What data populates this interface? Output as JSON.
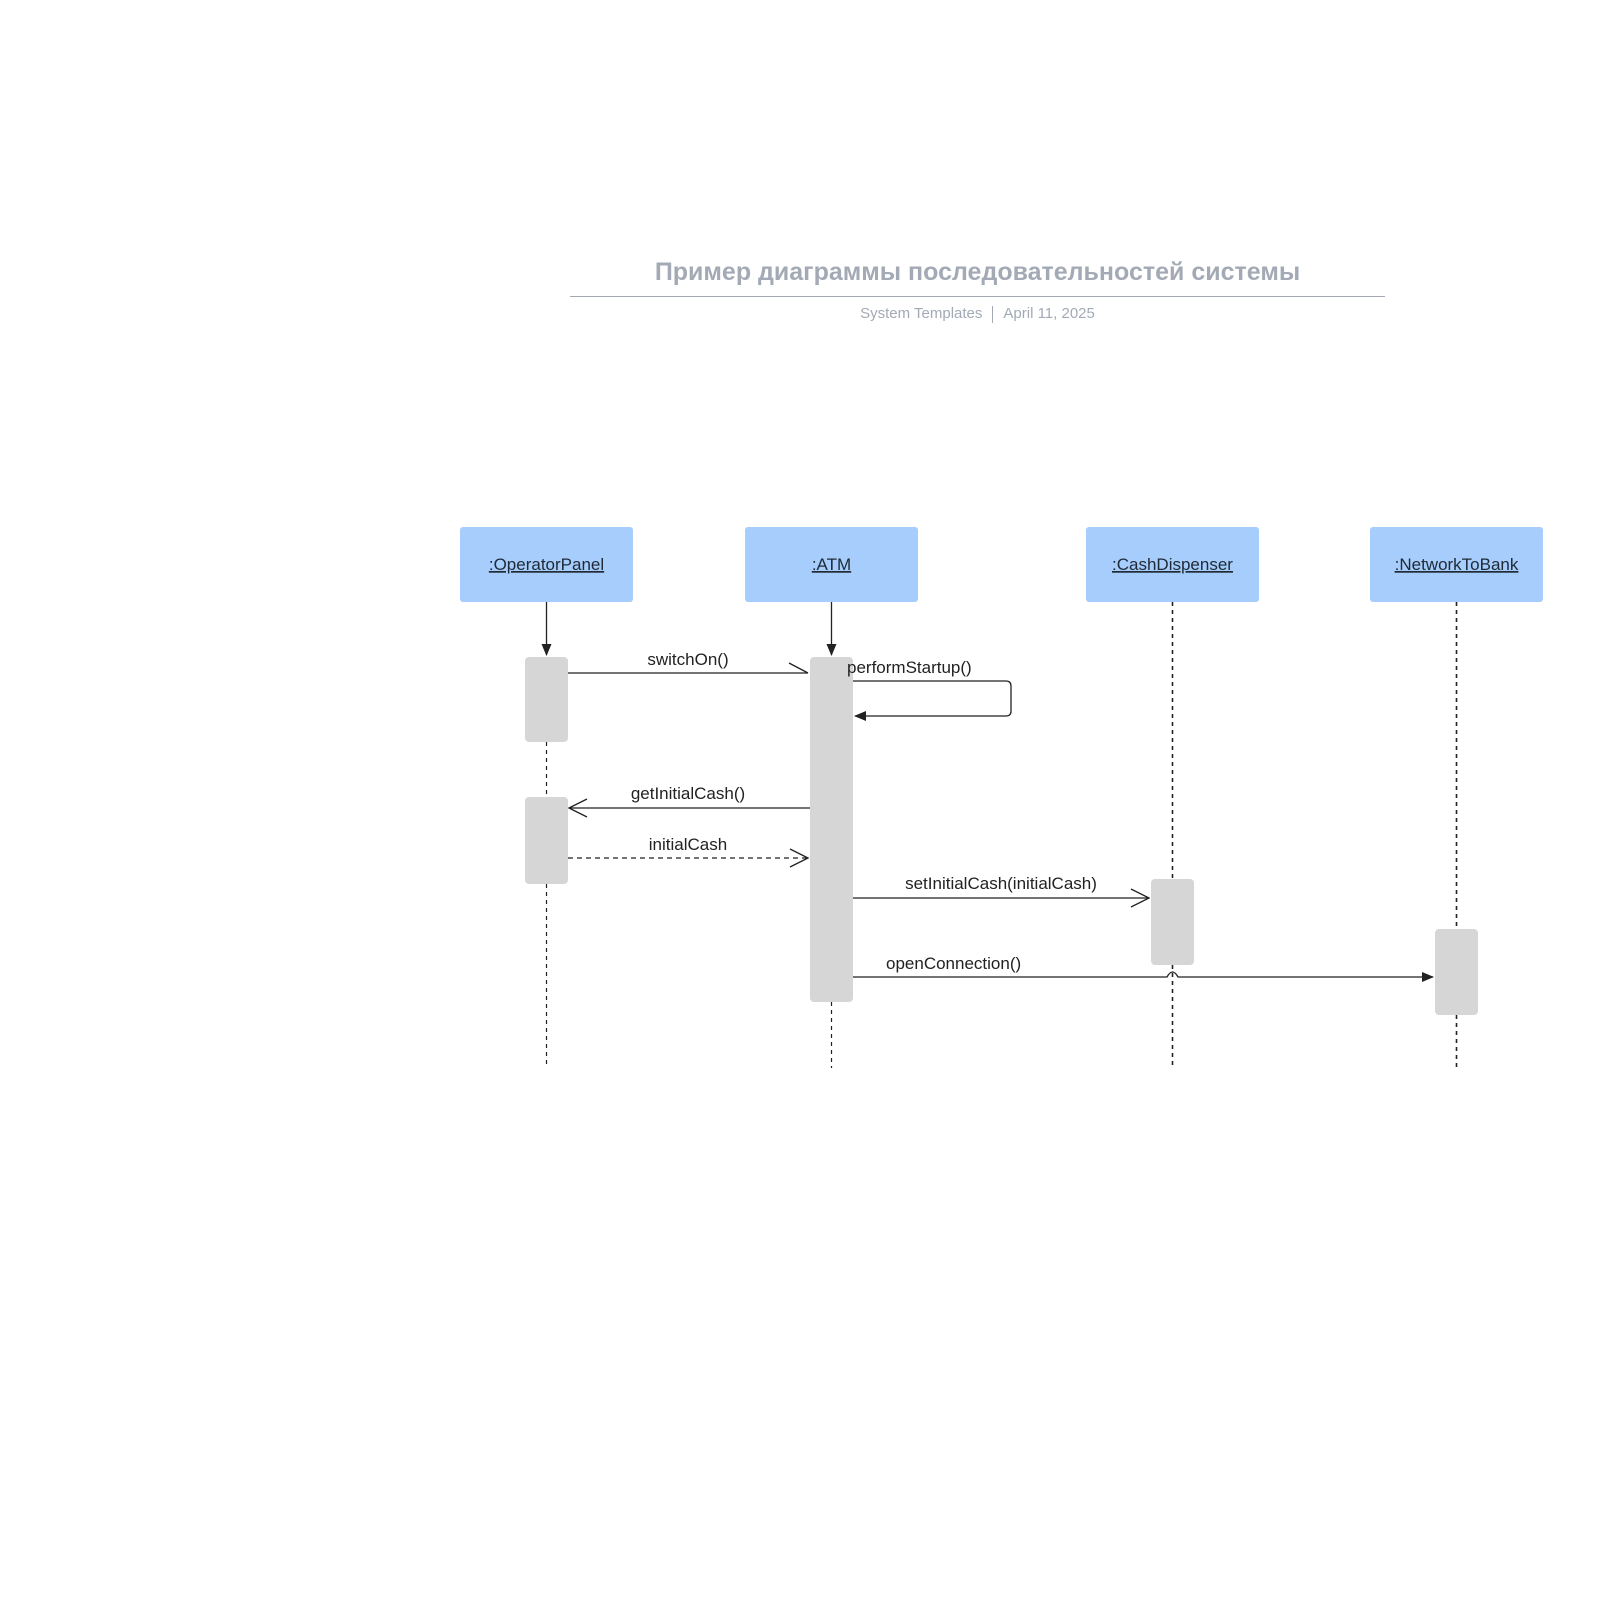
{
  "header": {
    "title": "Пример диаграммы последовательностей системы",
    "author": "System Templates",
    "date": "April 11, 2025"
  },
  "colors": {
    "lifeline_head_fill": "#a6cdfb",
    "activation_fill": "#d6d6d6",
    "line": "#222222",
    "title": "#a3aab5"
  },
  "lifelines": [
    {
      "id": "operator-panel",
      "label": ":OperatorPanel"
    },
    {
      "id": "atm",
      "label": ":ATM"
    },
    {
      "id": "cash-dispenser",
      "label": ":CashDispenser"
    },
    {
      "id": "network-to-bank",
      "label": ":NetworkToBank"
    }
  ],
  "messages": [
    {
      "id": "switch-on",
      "label": "switchOn()",
      "from": ":OperatorPanel",
      "to": ":ATM",
      "kind": "sync"
    },
    {
      "id": "perform-startup",
      "label": "performStartup()",
      "from": ":ATM",
      "to": ":ATM",
      "kind": "self"
    },
    {
      "id": "get-initial-cash",
      "label": "getInitialCash()",
      "from": ":ATM",
      "to": ":OperatorPanel",
      "kind": "sync"
    },
    {
      "id": "initial-cash",
      "label": "initialCash",
      "from": ":OperatorPanel",
      "to": ":ATM",
      "kind": "return"
    },
    {
      "id": "set-initial-cash",
      "label": "setInitialCash(initialCash)",
      "from": ":ATM",
      "to": ":CashDispenser",
      "kind": "sync"
    },
    {
      "id": "open-connection",
      "label": "openConnection()",
      "from": ":ATM",
      "to": ":NetworkToBank",
      "kind": "sync"
    }
  ]
}
